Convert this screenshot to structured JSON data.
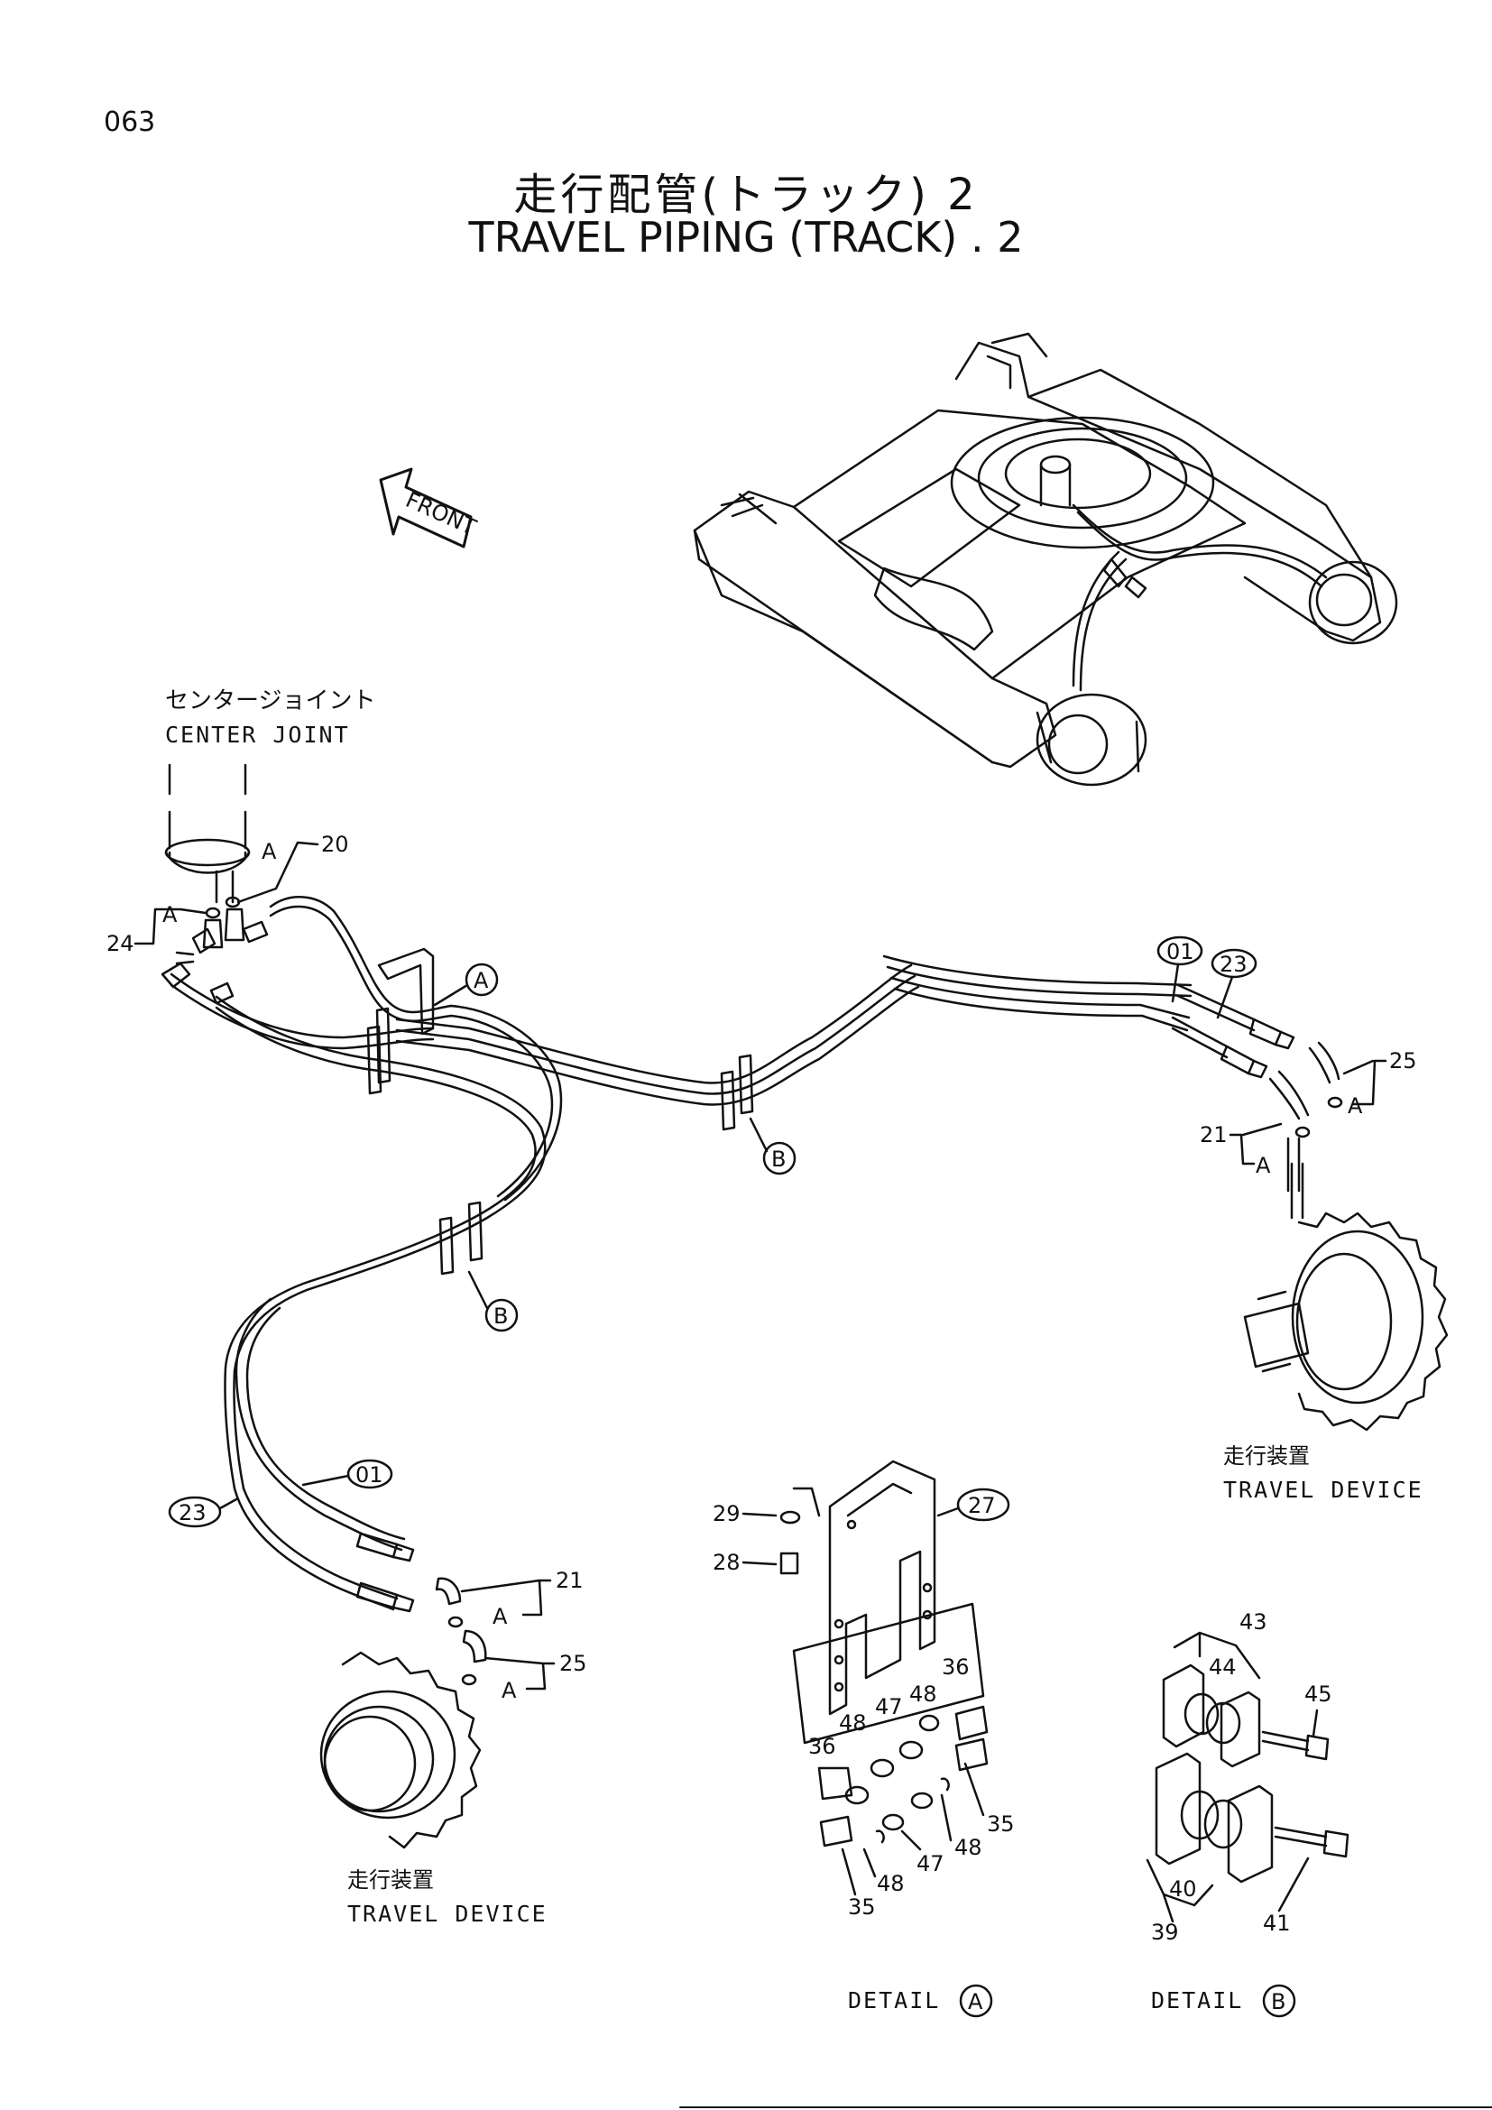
{
  "page_number": "063",
  "title_jp": "走行配管(トラック) 2",
  "title_en": "TRAVEL PIPING (TRACK) . 2",
  "front_label": "FRONT",
  "center_joint_jp": "センタージョイント",
  "center_joint_en": "CENTER JOINT",
  "travel_device_jp": "走行装置",
  "travel_device_en": "TRAVEL DEVICE",
  "detail_a_label": "DETAIL",
  "detail_b_label": "DETAIL",
  "marker_a": "A",
  "marker_b": "B",
  "parts": {
    "p01": "01",
    "p20": "20",
    "p21": "21",
    "p23": "23",
    "p24": "24",
    "p25": "25",
    "p27": "27",
    "p28": "28",
    "p29": "29",
    "p35": "35",
    "p36": "36",
    "p39": "39",
    "p40": "40",
    "p41": "41",
    "p43": "43",
    "p44": "44",
    "p45": "45",
    "p47": "47",
    "p48": "48"
  }
}
